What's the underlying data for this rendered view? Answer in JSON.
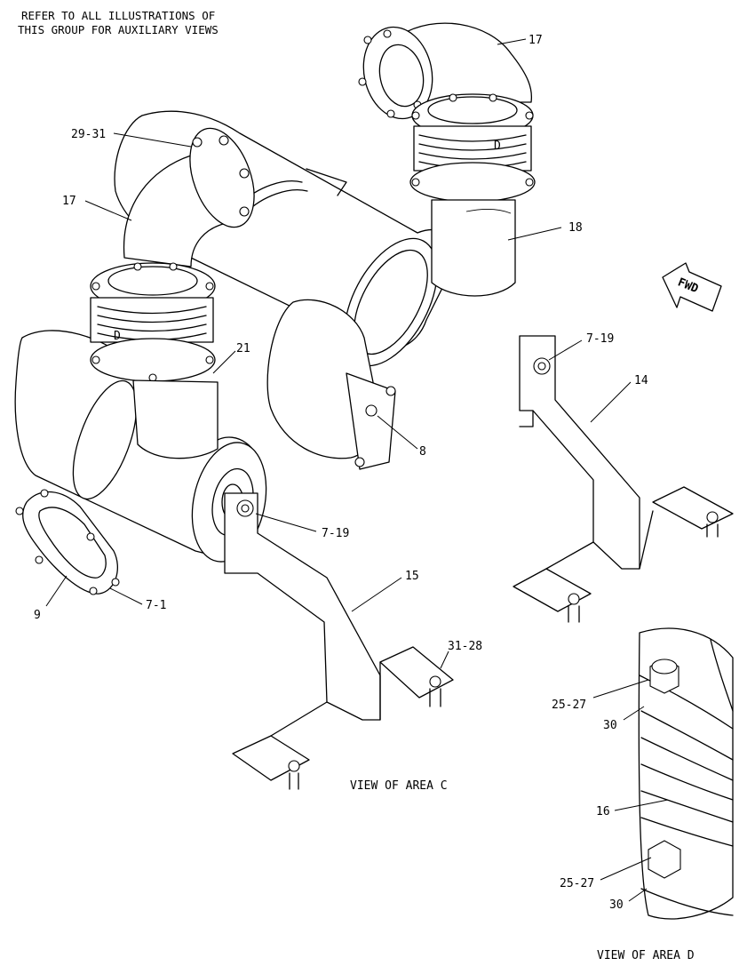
{
  "note": {
    "line1": "REFER TO ALL ILLUSTRATIONS OF",
    "line2": "THIS GROUP FOR AUXILIARY VIEWS"
  },
  "direction_marker": "FWD",
  "bellows_marks": [
    "D",
    "D"
  ],
  "callouts": {
    "c17_top": "17",
    "c29_31": "29-31",
    "c17_left": "17",
    "c18": "18",
    "c21": "21",
    "c7_19_right": "7-19",
    "c14": "14",
    "c8": "8",
    "c7_19_mid": "7-19",
    "c9": "9",
    "c7_1": "7-1",
    "c15": "15",
    "c31_28": "31-28",
    "c25_27_a": "25-27",
    "c30_a": "30",
    "c16": "16",
    "c25_27_b": "25-27",
    "c30_b": "30"
  },
  "captions": {
    "area_c": "VIEW OF AREA C",
    "area_d": "VIEW OF AREA D"
  }
}
